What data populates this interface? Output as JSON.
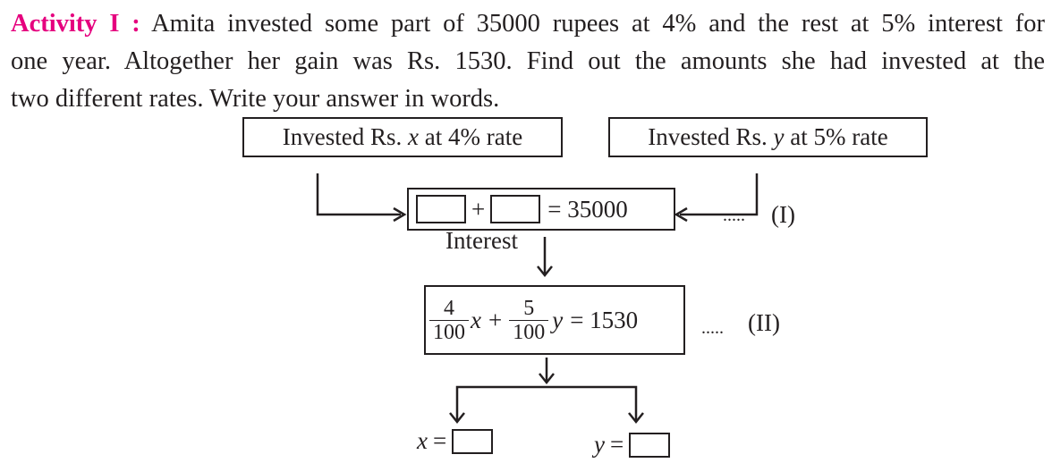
{
  "activity": {
    "label": "Activity I :",
    "line1": "Amita invested some part of 35000 rupees at 4% and the rest at 5% interest for",
    "line2": "one year. Altogether her gain was Rs. 1530. Find out the amounts she had invested at the",
    "line3": "two different rates. Write your answer in words."
  },
  "left_box": {
    "prefix": "Invested Rs.",
    "var": "x",
    "suffix": "at 4% rate"
  },
  "right_box": {
    "prefix": "Invested Rs.",
    "var": "y",
    "suffix": "at 5% rate"
  },
  "eq1": {
    "plus": "+",
    "rhs": "= 35000",
    "dots": ".....",
    "tag": "(I)"
  },
  "interest_label": "Interest",
  "eq2": {
    "num1": "4",
    "den1": "100",
    "var1": "x",
    "plus": "+",
    "num2": "5",
    "den2": "100",
    "var2": "y",
    "rhs": "= 1530",
    "dots": ".....",
    "tag": "(II)"
  },
  "answers": {
    "x_label": "x",
    "y_label": "y",
    "eq": "="
  }
}
